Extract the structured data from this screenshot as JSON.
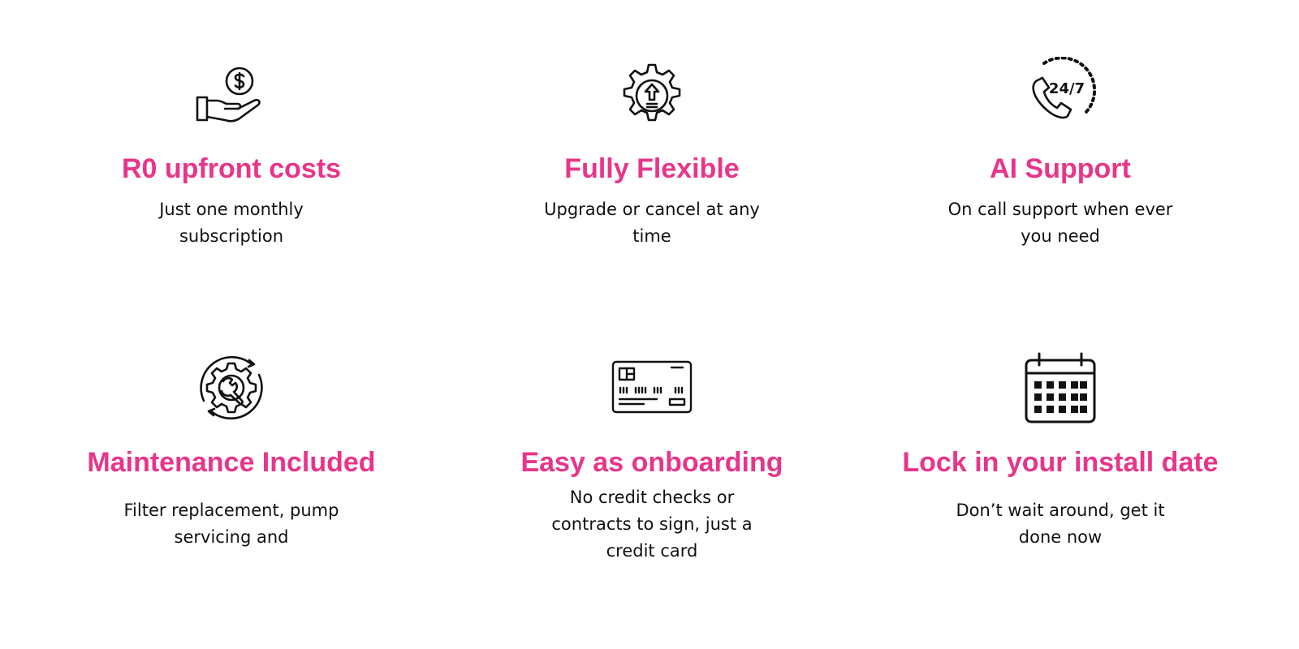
{
  "colors": {
    "accent": "#e8358a",
    "text": "#111111",
    "icon": "#111111",
    "background": "#ffffff"
  },
  "features": [
    {
      "icon": "money-hand-icon",
      "title": "R0 upfront costs",
      "description": "Just one monthly subscription"
    },
    {
      "icon": "gear-upgrade-icon",
      "title": "Fully Flexible",
      "description": "Upgrade or cancel at any time"
    },
    {
      "icon": "phone-24-7-icon",
      "title": "AI Support",
      "description": "On call support when ever you need",
      "icon_text": "24/7"
    },
    {
      "icon": "maintenance-gear-wrench-icon",
      "title": "Maintenance Included",
      "description": "Filter replacement, pump servicing and"
    },
    {
      "icon": "credit-card-icon",
      "title": "Easy as onboarding",
      "description": "No credit checks or contracts to sign, just a credit card"
    },
    {
      "icon": "calendar-icon",
      "title": "Lock in your install date",
      "description": "Don’t wait around, get it done now"
    }
  ]
}
